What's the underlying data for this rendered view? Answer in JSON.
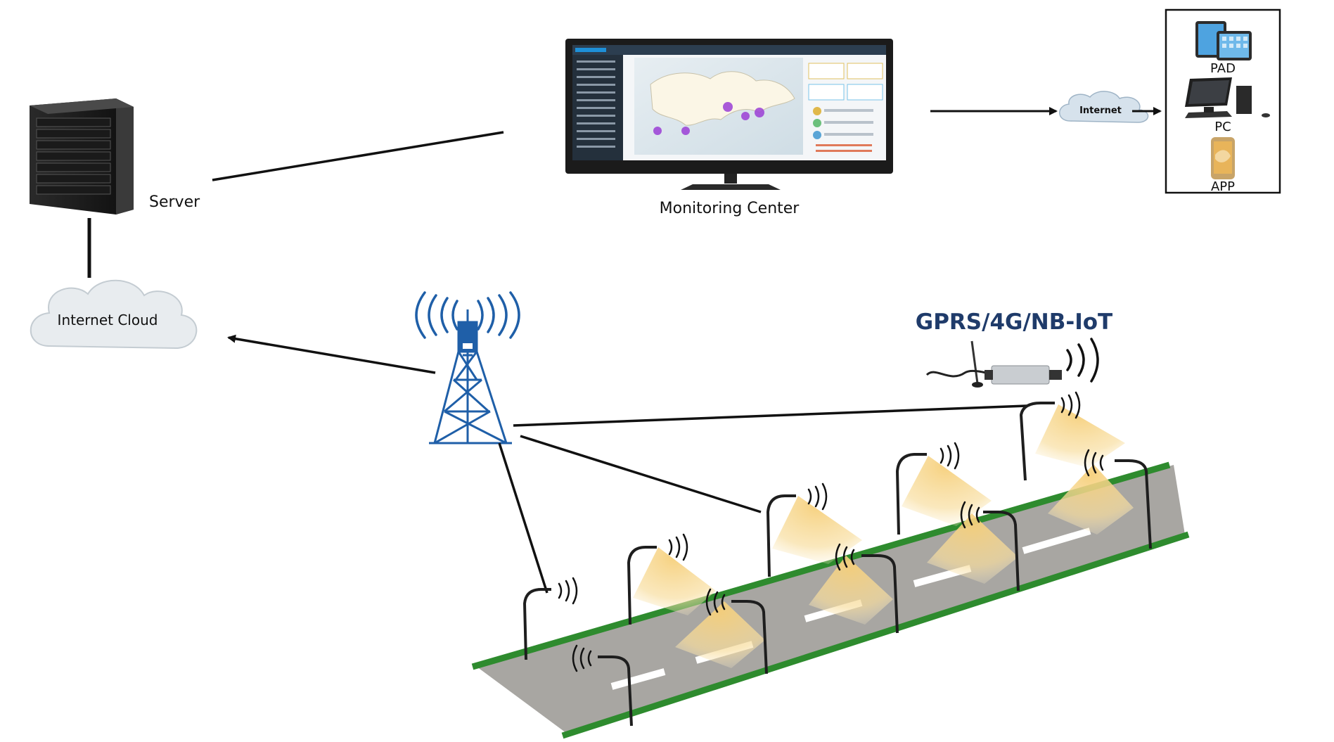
{
  "labels": {
    "server": "Server",
    "monitoring_center": "Monitoring Center",
    "internet_cloud": "Internet Cloud",
    "internet_small": "Internet",
    "pad": "PAD",
    "pc": "PC",
    "app": "APP",
    "network": "GPRS/4G/NB-IoT"
  },
  "colors": {
    "tower": "#1f5fa8",
    "network_title": "#1f3b6a",
    "road": "#a8a6a2",
    "road_edge": "#2e8b2e",
    "lamp_glow": "#f3c96a",
    "cloud_fill": "#e8ecef",
    "monitor_frame": "#1b1b1b"
  },
  "icons": [
    "server-icon",
    "monitor-icon",
    "cloud-icon",
    "tablet-icon",
    "desktop-pc-icon",
    "smartphone-icon",
    "cell-tower-icon",
    "controller-device-icon",
    "street-lamp-icon",
    "wireless-signal-icon"
  ]
}
